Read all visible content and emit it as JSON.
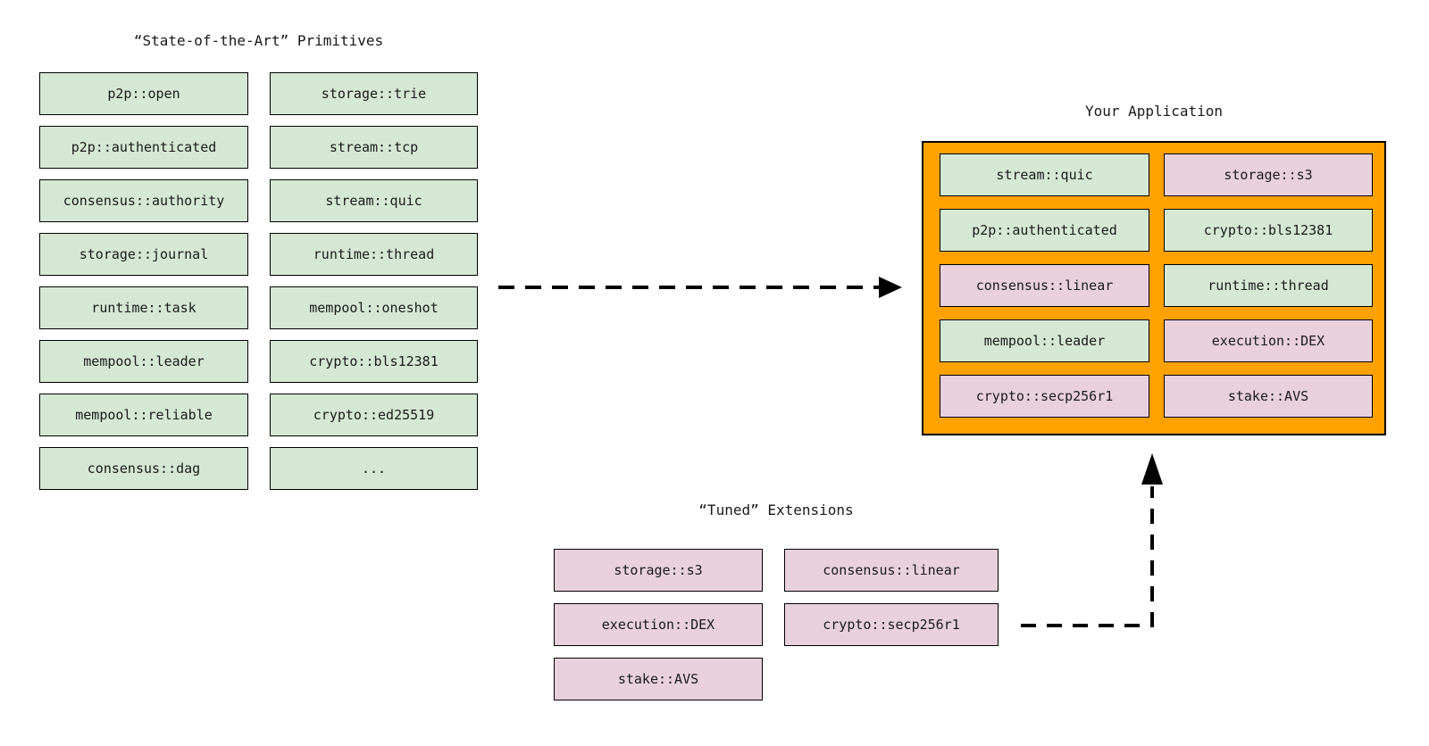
{
  "colors": {
    "green": "#d5e8d4",
    "pink": "#e8d0dd",
    "orange": "#ffa200",
    "line": "#000000",
    "text": "#1a1a1a"
  },
  "primitives": {
    "title": "“State-of-the-Art” Primitives",
    "col1": [
      "p2p::open",
      "p2p::authenticated",
      "consensus::authority",
      "storage::journal",
      "runtime::task",
      "mempool::leader",
      "mempool::reliable",
      "consensus::dag"
    ],
    "col2": [
      "storage::trie",
      "stream::tcp",
      "stream::quic",
      "runtime::thread",
      "mempool::oneshot",
      "crypto::bls12381",
      "crypto::ed25519",
      "..."
    ]
  },
  "application": {
    "title": "Your Application",
    "col1": [
      {
        "label": "stream::quic",
        "variant": "green"
      },
      {
        "label": "p2p::authenticated",
        "variant": "green"
      },
      {
        "label": "consensus::linear",
        "variant": "pink"
      },
      {
        "label": "mempool::leader",
        "variant": "green"
      },
      {
        "label": "crypto::secp256r1",
        "variant": "pink"
      }
    ],
    "col2": [
      {
        "label": "storage::s3",
        "variant": "pink"
      },
      {
        "label": "crypto::bls12381",
        "variant": "green"
      },
      {
        "label": "runtime::thread",
        "variant": "green"
      },
      {
        "label": "execution::DEX",
        "variant": "pink"
      },
      {
        "label": "stake::AVS",
        "variant": "pink"
      }
    ]
  },
  "tuned": {
    "title": "“Tuned” Extensions",
    "col1": [
      "storage::s3",
      "execution::DEX",
      "stake::AVS"
    ],
    "col2": [
      "consensus::linear",
      "crypto::secp256r1"
    ]
  }
}
